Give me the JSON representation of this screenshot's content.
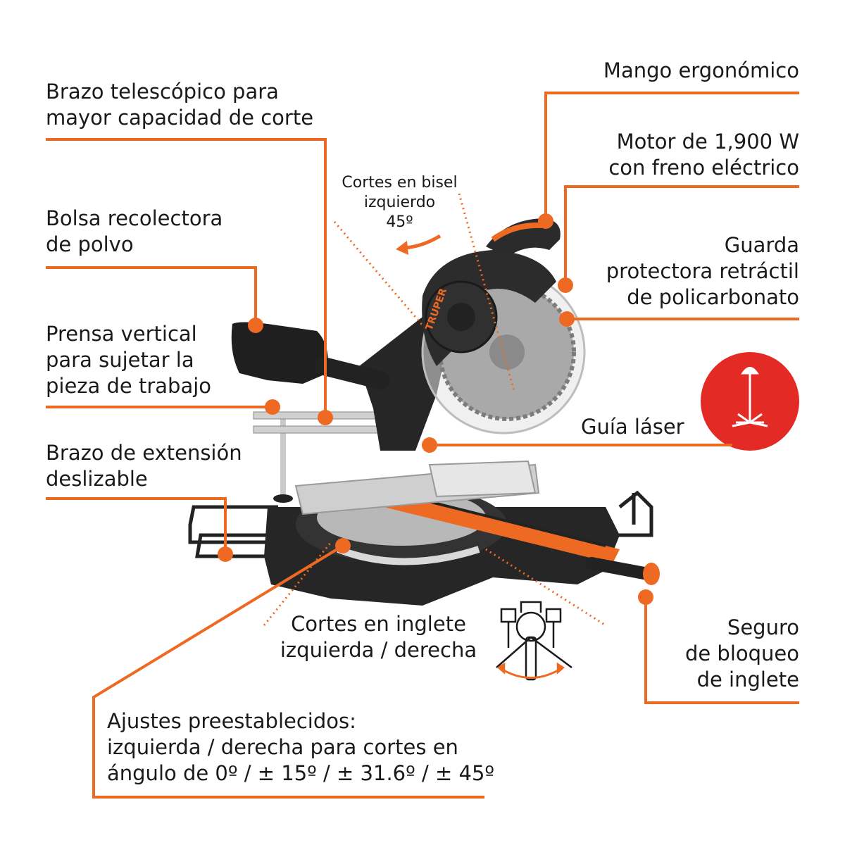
{
  "colors": {
    "accent": "#ee6a22",
    "saw_body": "#2b2b2b",
    "laser_badge": "#e32a24",
    "text": "#1a1a1a"
  },
  "callouts": {
    "telescopic_arm": [
      "Brazo telescópico para",
      "mayor capacidad de corte"
    ],
    "handle": [
      "Mango ergonómico"
    ],
    "motor": [
      "Motor de 1,900 W",
      "con freno eléctrico"
    ],
    "bevel_cut": [
      "Cortes en bisel",
      "izquierdo",
      "45º"
    ],
    "dust_bag": [
      "Bolsa recolectora",
      "de polvo"
    ],
    "guard": [
      "Guarda",
      "protectora retráctil",
      "de policarbonato"
    ],
    "vertical_clamp": [
      "Prensa vertical",
      "para sujetar la",
      "pieza de trabajo"
    ],
    "laser_guide": [
      "Guía láser"
    ],
    "extension_arm": [
      "Brazo de extensión",
      "deslizable"
    ],
    "miter_cut": [
      "Cortes en inglete",
      "izquierda / derecha"
    ],
    "miter_lock": [
      "Seguro",
      "de bloqueo",
      "de inglete"
    ],
    "presets": [
      "Ajustes preestablecidos:",
      "izquierda / derecha para cortes en",
      "ángulo de 0º / ± 15º / ± 31.6º / ± 45º"
    ]
  },
  "icons": {
    "laser": "laser-beam-icon",
    "miter": "miter-rotation-icon",
    "bevel": "bevel-arrow-icon"
  },
  "brand_text": "TRUPER"
}
